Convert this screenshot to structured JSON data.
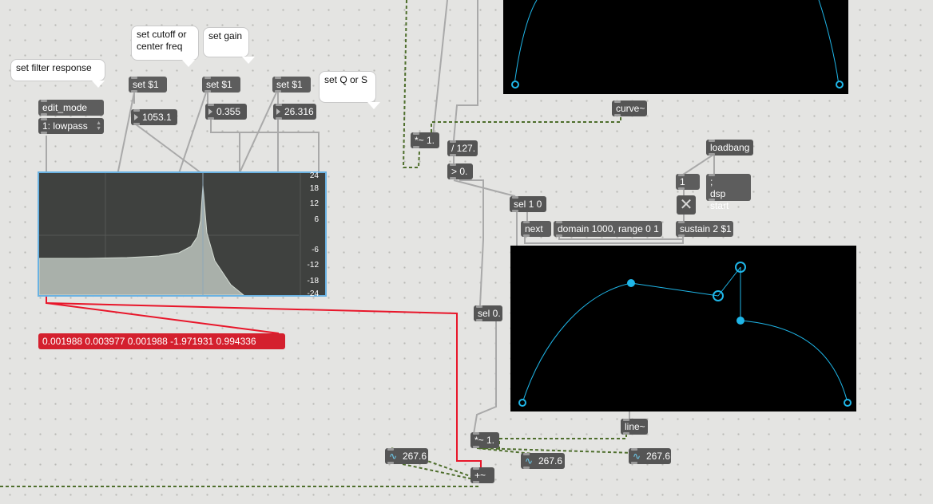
{
  "comments": {
    "filter_response": "set filter response",
    "cutoff": "set cutoff or\ncenter freq",
    "gain": "set gain",
    "q": "set Q or S"
  },
  "objects": {
    "edit_mode": "edit_mode",
    "umenu_value": "1: lowpass",
    "set1_a": "set $1",
    "set1_b": "set $1",
    "set1_c": "set $1",
    "times1_top": "*~ 1.",
    "div127": "/ 127.",
    "gt0": "> 0.",
    "sel10": "sel 1 0",
    "next": "next",
    "domain_range": "domain 1000, range 0 1",
    "sustain": "sustain 2 $1",
    "loadbang": "loadbang",
    "one": "1",
    "dsp_start": ";\ndsp start",
    "curve": "curve~",
    "sel0": "sel 0.",
    "line": "line~",
    "times1_bottom": "*~ 1.",
    "plus": "+~"
  },
  "numbers": {
    "cutoff": "1053.1",
    "gain": "0.355",
    "q": "26.316"
  },
  "signal_numbers": {
    "left": "267.6",
    "mid": "267.6",
    "right": "267.6"
  },
  "filtergraph": {
    "db_labels": [
      "24",
      "18",
      "12",
      "6",
      "-6",
      "-12",
      "-18",
      "-24"
    ]
  },
  "coefficients": "0.001988 0.003977 0.001988 -1.971931 0.994336",
  "colors": {
    "accent": "#1fb6e8",
    "patch_bg": "#e4e4e2",
    "object_bg": "#555555",
    "selected": "#d4202e",
    "signal_cord": "#4e6e2c"
  },
  "icons": {
    "toggle": "x-toggle-icon",
    "signal": "tilde-wave-icon"
  }
}
